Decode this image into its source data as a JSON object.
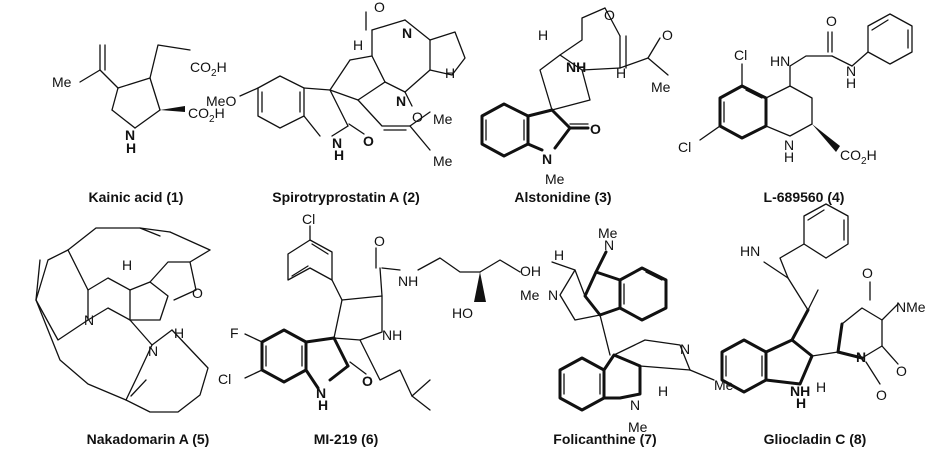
{
  "captions": {
    "c1": "Kainic acid (1)",
    "c2": "Spirotryprostatin A (2)",
    "c3": "Alstonidine (3)",
    "c4": "L-689560 (4)",
    "c5": "Nakadomarin A (5)",
    "c6": "MI-219 (6)",
    "c7": "Folicanthine (7)",
    "c8": "Gliocladin C (8)"
  },
  "labels": {
    "me": "Me",
    "co2h": "CO",
    "sub2": "2",
    "h": "H",
    "nh": "NH",
    "n": "N",
    "o": "O",
    "hn": "HN",
    "meo": "MeO",
    "cl": "Cl",
    "f": "F",
    "oh": "OH",
    "ho": "HO",
    "nme": "NMe"
  }
}
